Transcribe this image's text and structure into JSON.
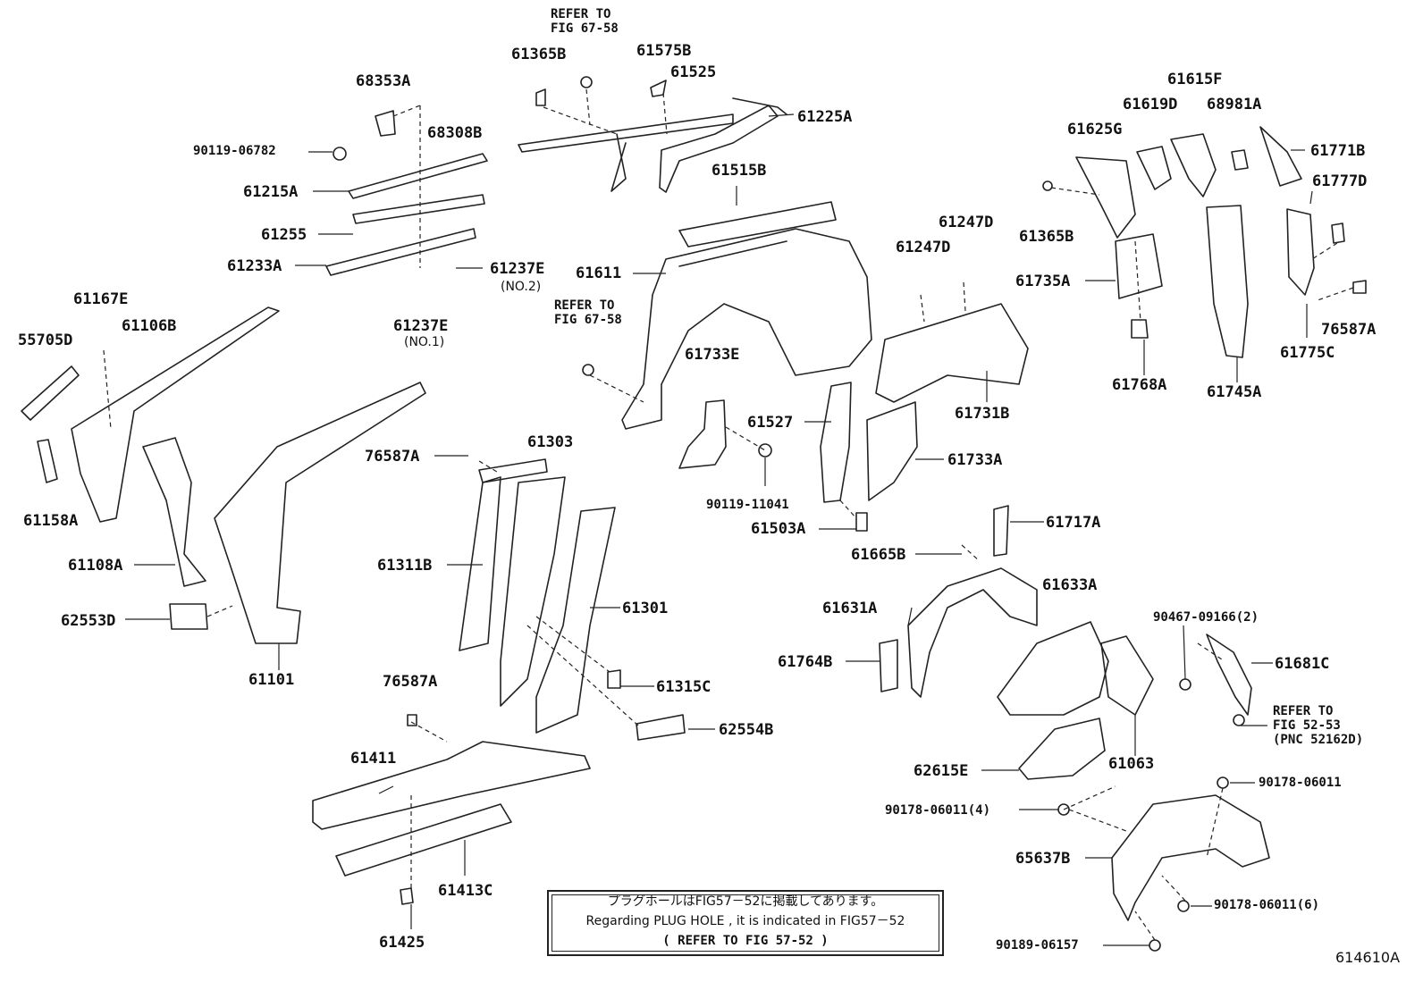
{
  "labels": [
    {
      "id": "refer-top",
      "text": "REFER TO\nFIG 67-58"
    },
    {
      "id": "p61365B_a",
      "text": "61365B"
    },
    {
      "id": "p61575B",
      "text": "61575B"
    },
    {
      "id": "p61525",
      "text": "61525"
    },
    {
      "id": "p61225A",
      "text": "61225A"
    },
    {
      "id": "p68353A",
      "text": "68353A"
    },
    {
      "id": "p68308B",
      "text": "68308B"
    },
    {
      "id": "p90119_06782",
      "text": "90119-06782"
    },
    {
      "id": "p61215A",
      "text": "61215A"
    },
    {
      "id": "p61255",
      "text": "61255"
    },
    {
      "id": "p61233A",
      "text": "61233A"
    },
    {
      "id": "p61237E_no2",
      "text": "61237E"
    },
    {
      "id": "no2",
      "text": "(NO.2)"
    },
    {
      "id": "p61237E_no1",
      "text": "61237E"
    },
    {
      "id": "no1",
      "text": "(NO.1)"
    },
    {
      "id": "p61515B",
      "text": "61515B"
    },
    {
      "id": "p61611",
      "text": "61611"
    },
    {
      "id": "refer-mid",
      "text": "REFER TO\nFIG 67-58"
    },
    {
      "id": "p61733E",
      "text": "61733E"
    },
    {
      "id": "p61527",
      "text": "61527"
    },
    {
      "id": "p90119_11041",
      "text": "90119-11041"
    },
    {
      "id": "p61503A",
      "text": "61503A"
    },
    {
      "id": "p61247D_a",
      "text": "61247D"
    },
    {
      "id": "p61247D_b",
      "text": "61247D"
    },
    {
      "id": "p61731B",
      "text": "61731B"
    },
    {
      "id": "p61733A",
      "text": "61733A"
    },
    {
      "id": "p61615F",
      "text": "61615F"
    },
    {
      "id": "p61619D",
      "text": "61619D"
    },
    {
      "id": "p68981A",
      "text": "68981A"
    },
    {
      "id": "p61625G",
      "text": "61625G"
    },
    {
      "id": "p61771B",
      "text": "61771B"
    },
    {
      "id": "p61777D",
      "text": "61777D"
    },
    {
      "id": "p61365B_b",
      "text": "61365B"
    },
    {
      "id": "p61735A",
      "text": "61735A"
    },
    {
      "id": "p76587A_r",
      "text": "76587A"
    },
    {
      "id": "p61768A",
      "text": "61768A"
    },
    {
      "id": "p61745A",
      "text": "61745A"
    },
    {
      "id": "p61775C",
      "text": "61775C"
    },
    {
      "id": "p61167E",
      "text": "61167E"
    },
    {
      "id": "p61106B",
      "text": "61106B"
    },
    {
      "id": "p55705D",
      "text": "55705D"
    },
    {
      "id": "p61158A",
      "text": "61158A"
    },
    {
      "id": "p61108A",
      "text": "61108A"
    },
    {
      "id": "p62553D",
      "text": "62553D"
    },
    {
      "id": "p61101",
      "text": "61101"
    },
    {
      "id": "p76587A_m",
      "text": "76587A"
    },
    {
      "id": "p61303",
      "text": "61303"
    },
    {
      "id": "p61311B",
      "text": "61311B"
    },
    {
      "id": "p61301",
      "text": "61301"
    },
    {
      "id": "p61315C",
      "text": "61315C"
    },
    {
      "id": "p62554B",
      "text": "62554B"
    },
    {
      "id": "p76587A_b",
      "text": "76587A"
    },
    {
      "id": "p61411",
      "text": "61411"
    },
    {
      "id": "p61413C",
      "text": "61413C"
    },
    {
      "id": "p61425",
      "text": "61425"
    },
    {
      "id": "p61717A",
      "text": "61717A"
    },
    {
      "id": "p61665B",
      "text": "61665B"
    },
    {
      "id": "p61633A",
      "text": "61633A"
    },
    {
      "id": "p61631A",
      "text": "61631A"
    },
    {
      "id": "p90467",
      "text": "90467-09166(2)"
    },
    {
      "id": "p61681C",
      "text": "61681C"
    },
    {
      "id": "p61764B",
      "text": "61764B"
    },
    {
      "id": "refer-5253",
      "text": "REFER TO\nFIG 52-53\n(PNC 52162D)"
    },
    {
      "id": "p62615E",
      "text": "62615E"
    },
    {
      "id": "p61063",
      "text": "61063"
    },
    {
      "id": "p90178_a",
      "text": "90178-06011"
    },
    {
      "id": "p90178_4",
      "text": "90178-06011(4)"
    },
    {
      "id": "p65637B",
      "text": "65637B"
    },
    {
      "id": "p90178_6",
      "text": "90178-06011(6)"
    },
    {
      "id": "p90189",
      "text": "90189-06157"
    }
  ],
  "note": {
    "line1": "プラグホールはFIG57－52に掲載してあります。",
    "line2": "Regarding  PLUG HOLE , it is indicated in FIG57－52",
    "line3": "(   REFER TO FIG 57-52   )"
  },
  "figure_id": "614610A"
}
